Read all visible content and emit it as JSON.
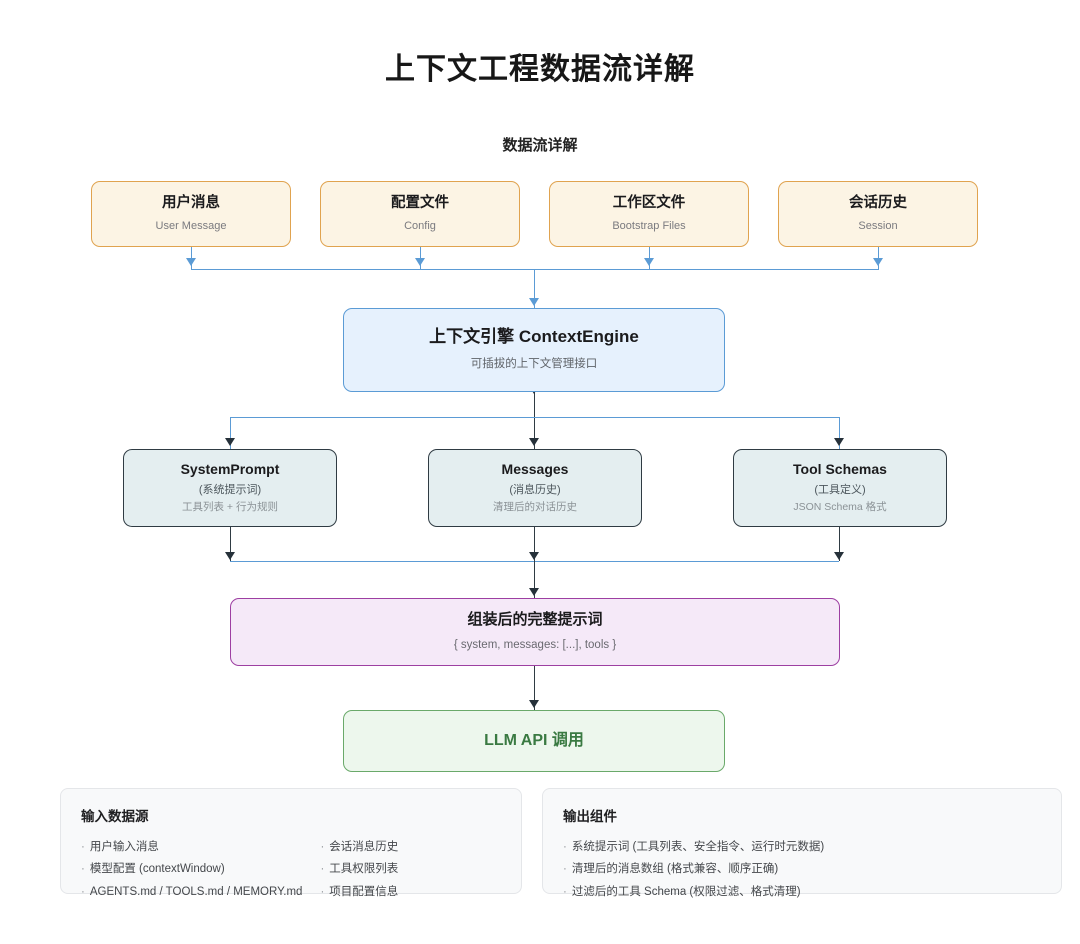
{
  "page": {
    "title": "上下文工程数据流详解",
    "subtitle": "数据流详解"
  },
  "sources": [
    {
      "name": "用户消息",
      "sub": "User Message"
    },
    {
      "name": "配置文件",
      "sub": "Config"
    },
    {
      "name": "工作区文件",
      "sub": "Bootstrap Files"
    },
    {
      "name": "会话历史",
      "sub": "Session"
    }
  ],
  "engine": {
    "name": "上下文引擎 ContextEngine",
    "sub": "可插拔的上下文管理接口"
  },
  "components": [
    {
      "name": "SystemPrompt",
      "sub": "(系统提示词)",
      "detail": "工具列表 + 行为规则"
    },
    {
      "name": "Messages",
      "sub": "(消息历史)",
      "detail": "清理后的对话历史"
    },
    {
      "name": "Tool Schemas",
      "sub": "(工具定义)",
      "detail": "JSON Schema 格式"
    }
  ],
  "prompt": {
    "name": "组装后的完整提示词",
    "sub": "{ system, messages: [...], tools }"
  },
  "llm": {
    "name": "LLM API 调用"
  },
  "legend": {
    "inputs": {
      "title": "输入数据源",
      "col1": [
        "用户输入消息",
        "模型配置 (contextWindow)",
        "AGENTS.md / TOOLS.md / MEMORY.md"
      ],
      "col2": [
        "会话消息历史",
        "工具权限列表",
        "项目配置信息"
      ]
    },
    "outputs": {
      "title": "输出组件",
      "col1": [
        "系统提示词 (工具列表、安全指令、运行时元数据)",
        "清理后的消息数组 (格式兼容、顺序正确)",
        "过滤后的工具 Schema (权限过滤、格式清理)"
      ]
    }
  },
  "colors": {
    "source_fill": "#fcf4e4",
    "source_border": "#e0a34f",
    "engine_fill": "#e6f1fd",
    "engine_border": "#5b9bd5",
    "component_fill": "#e4eef0",
    "component_border": "#2f3b43",
    "prompt_fill": "#f5e9f8",
    "prompt_border": "#9d3fa2",
    "llm_fill": "#edf7ed",
    "llm_border": "#6aa96a",
    "wire": "#5b9bd5",
    "wire_dark": "#2f3b43"
  },
  "bullet": "·"
}
